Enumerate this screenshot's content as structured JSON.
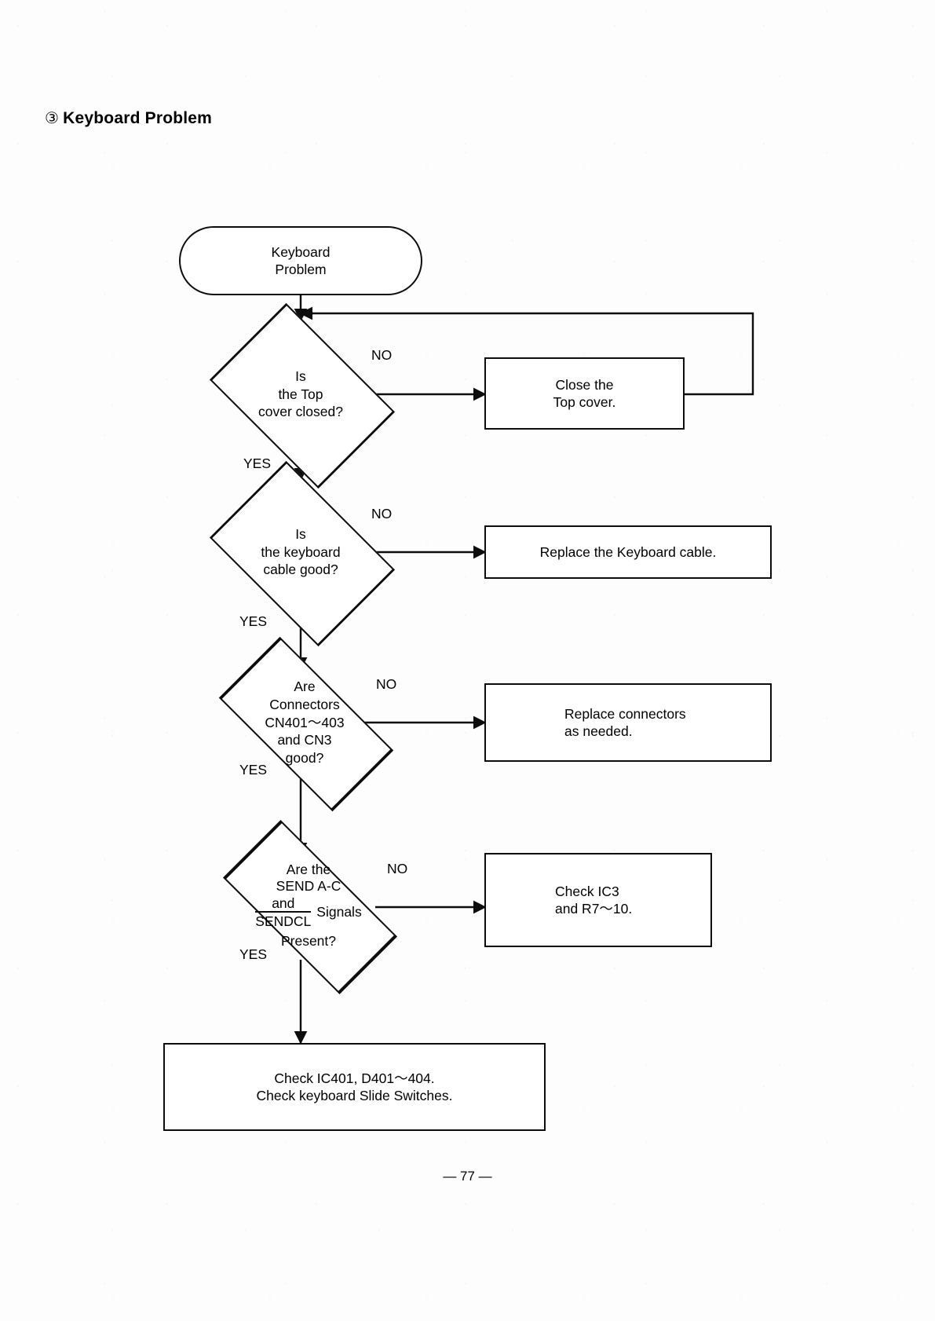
{
  "page": {
    "title_marker": "③",
    "title": "Keyboard Problem",
    "footer": "— 77 —"
  },
  "flowchart": {
    "type": "flowchart",
    "orientation": "top-to-bottom",
    "nodes": {
      "start": {
        "shape": "terminal",
        "text": "Keyboard\nProblem"
      },
      "d1": {
        "shape": "decision",
        "text": "Is\nthe Top\ncover closed?",
        "yes_label": "YES",
        "no_label": "NO"
      },
      "p1": {
        "shape": "process",
        "text": "Close the\nTop cover."
      },
      "d2": {
        "shape": "decision",
        "text": "Is\nthe keyboard\ncable good?",
        "yes_label": "YES",
        "no_label": "NO"
      },
      "p2": {
        "shape": "process",
        "text": "Replace the Keyboard cable."
      },
      "d3": {
        "shape": "decision",
        "text": "Are\nConnectors\nCN401～403\nand CN3\ngood?",
        "yes_label": "YES",
        "no_label": "NO"
      },
      "p3": {
        "shape": "process",
        "text": "Replace connectors\nas needed."
      },
      "d4": {
        "shape": "decision",
        "line1": "Are the",
        "line2": "SEND A-C",
        "line3_and": "and",
        "line3_signal": "SENDCL",
        "line3_signal_overline": true,
        "line3_suffix": "Signals",
        "line4": "Present?",
        "yes_label": "YES",
        "no_label": "NO"
      },
      "p4": {
        "shape": "process",
        "text": "Check IC3\nand R7～10."
      },
      "p5": {
        "shape": "process",
        "text": "Check IC401, D401～404.\nCheck keyboard Slide Switches."
      }
    },
    "edges": [
      {
        "from": "start",
        "to": "d1",
        "label": ""
      },
      {
        "from": "d1",
        "to": "p1",
        "label": "NO"
      },
      {
        "from": "p1",
        "to": "d1",
        "label": ""
      },
      {
        "from": "d1",
        "to": "d2",
        "label": "YES"
      },
      {
        "from": "d2",
        "to": "p2",
        "label": "NO"
      },
      {
        "from": "d2",
        "to": "d3",
        "label": "YES"
      },
      {
        "from": "d3",
        "to": "p3",
        "label": "NO"
      },
      {
        "from": "d3",
        "to": "d4",
        "label": "YES"
      },
      {
        "from": "d4",
        "to": "p4",
        "label": "NO"
      },
      {
        "from": "d4",
        "to": "p5",
        "label": "YES"
      }
    ]
  },
  "colors": {
    "ink": "#0d0d0d",
    "paper": "#ffffff"
  }
}
